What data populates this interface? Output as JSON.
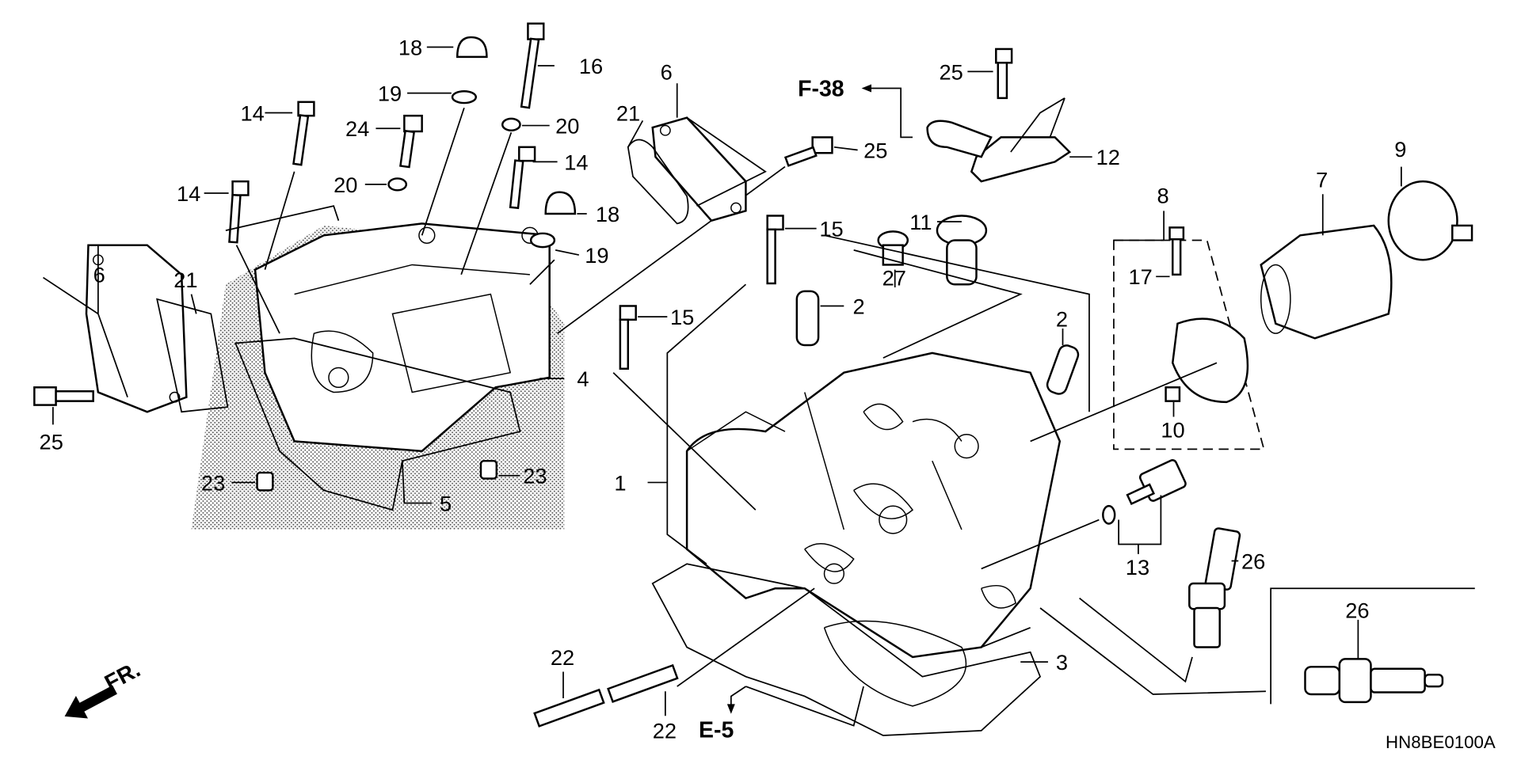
{
  "diagram_code": "HN8BE0100A",
  "references": {
    "f38": "F-38",
    "e5": "E-5"
  },
  "direction_marker": "FR.",
  "labels": {
    "l18a": "18",
    "l16": "16",
    "l19a": "19",
    "l20a": "20",
    "l14a": "14",
    "l24": "24",
    "l14b": "14",
    "l14c": "14",
    "l20b": "20",
    "l18b": "18",
    "l19b": "19",
    "l6a": "6",
    "l21a": "21",
    "l25a": "25",
    "l4": "4",
    "l23a": "23",
    "l23b": "23",
    "l5": "5",
    "l6b": "6",
    "l21b": "21",
    "l25b": "25",
    "l25c": "25",
    "l12": "12",
    "l15a": "15",
    "l15b": "15",
    "l11": "11",
    "l27": "27",
    "l2a": "2",
    "l2b": "2",
    "l8": "8",
    "l17": "17",
    "l10": "10",
    "l7": "7",
    "l9": "9",
    "l1": "1",
    "l13": "13",
    "l26a": "26",
    "l26b": "26",
    "l3": "3",
    "l22a": "22",
    "l22b": "22"
  }
}
